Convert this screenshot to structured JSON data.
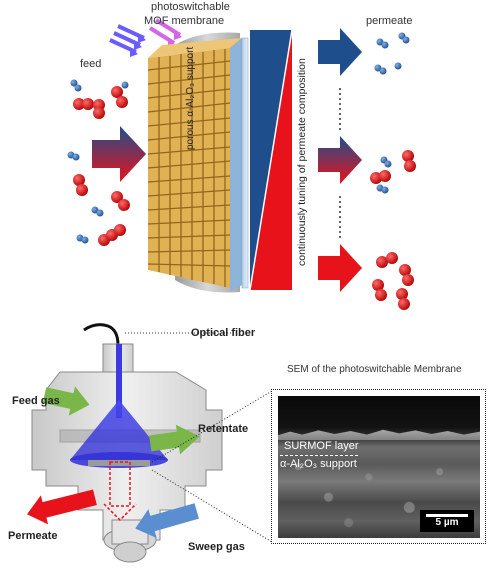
{
  "top": {
    "label_mof": "photoswitchable",
    "label_mof2": "MOF membrane",
    "label_feed": "feed",
    "label_permeate": "permeate",
    "label_support": "porous α-Al₂O₃ support",
    "label_tuning": "continuously tuning of permeate composition"
  },
  "bottom": {
    "label_fiber": "Optical fiber",
    "label_feed_gas": "Feed gas",
    "label_retentate": "Retentate",
    "label_permeate": "Permeate",
    "label_sweep": "Sweep gas"
  },
  "sem": {
    "title": "SEM of the photoswitchable Membrane",
    "layer1": "SURMOF layer",
    "layer2": "α-Al₂O₃ support",
    "scale": "5 µm"
  },
  "colors": {
    "blue": "#1f4e8c",
    "red": "#e8121a",
    "gold": "#c9902a",
    "green": "#7ab648",
    "arrow_blue": "#5b8ed1"
  }
}
